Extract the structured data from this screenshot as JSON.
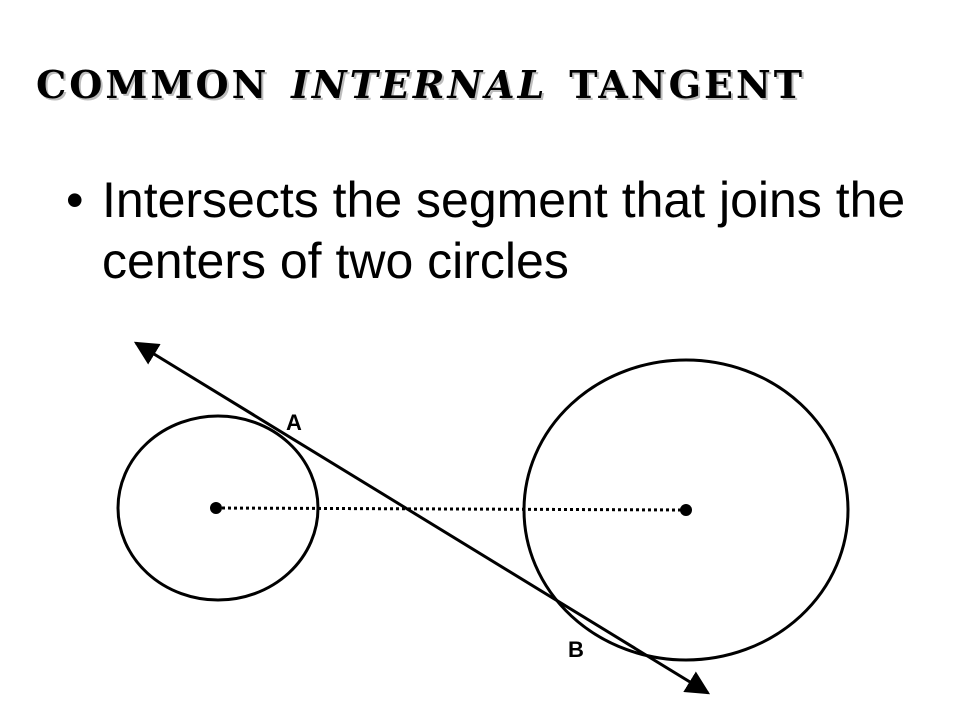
{
  "slide": {
    "title_part1": "Common ",
    "title_emphasis": "Internal",
    "title_part2": " Tangent",
    "bullets": [
      {
        "marker": "•",
        "text": "Intersects the segment that joins the centers of two circles"
      }
    ]
  },
  "diagram": {
    "label_a": "A",
    "label_b": "B",
    "stroke_color": "#000000"
  }
}
